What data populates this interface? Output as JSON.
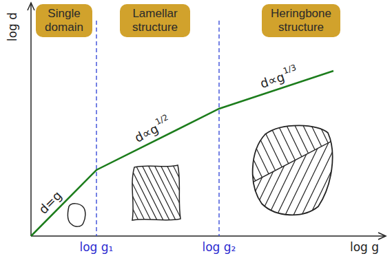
{
  "diagram": {
    "nodes": [
      {
        "text": [
          "Single domain"
        ]
      },
      {
        "text": [
          "Lamellar structure"
        ]
      },
      {
        "text": [
          "Heringbone structure"
        ]
      }
    ],
    "labels": [
      "log d",
      "log g",
      "log g₁",
      "log g₂",
      "d=g",
      "d∝g",
      "1/2",
      "d∝g",
      "1/3"
    ]
  }
}
